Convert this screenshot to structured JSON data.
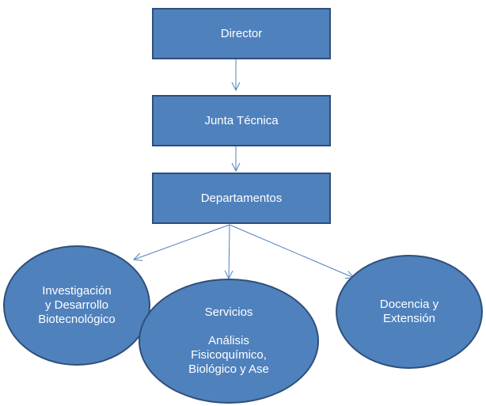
{
  "diagram": {
    "type": "organizational-chart",
    "colors": {
      "node_fill": "#4f81bd",
      "node_border": "#2f4f7a",
      "node_text": "#ffffff",
      "connector": "#4f81bd"
    },
    "nodes": {
      "director": {
        "label": "Director",
        "shape": "rectangle"
      },
      "junta": {
        "label": "Junta Técnica",
        "shape": "rectangle"
      },
      "departamentos": {
        "label": "Departamentos",
        "shape": "rectangle"
      },
      "investigacion": {
        "label": "Investigación\ny Desarrollo\nBiotecnológico",
        "shape": "ellipse"
      },
      "servicios": {
        "label": "Servicios\n\nAnálisis\nFisicoquímico,\nBiológico y Ase",
        "shape": "ellipse"
      },
      "docencia": {
        "label": "Docencia y\nExtensión",
        "shape": "ellipse"
      }
    },
    "edges": [
      {
        "from": "Director",
        "to": "Junta Técnica"
      },
      {
        "from": "Junta Técnica",
        "to": "Departamentos"
      },
      {
        "from": "Departamentos",
        "to": "Investigación y Desarrollo Biotecnológico"
      },
      {
        "from": "Departamentos",
        "to": "Servicios"
      },
      {
        "from": "Departamentos",
        "to": "Docencia y Extensión"
      }
    ]
  }
}
